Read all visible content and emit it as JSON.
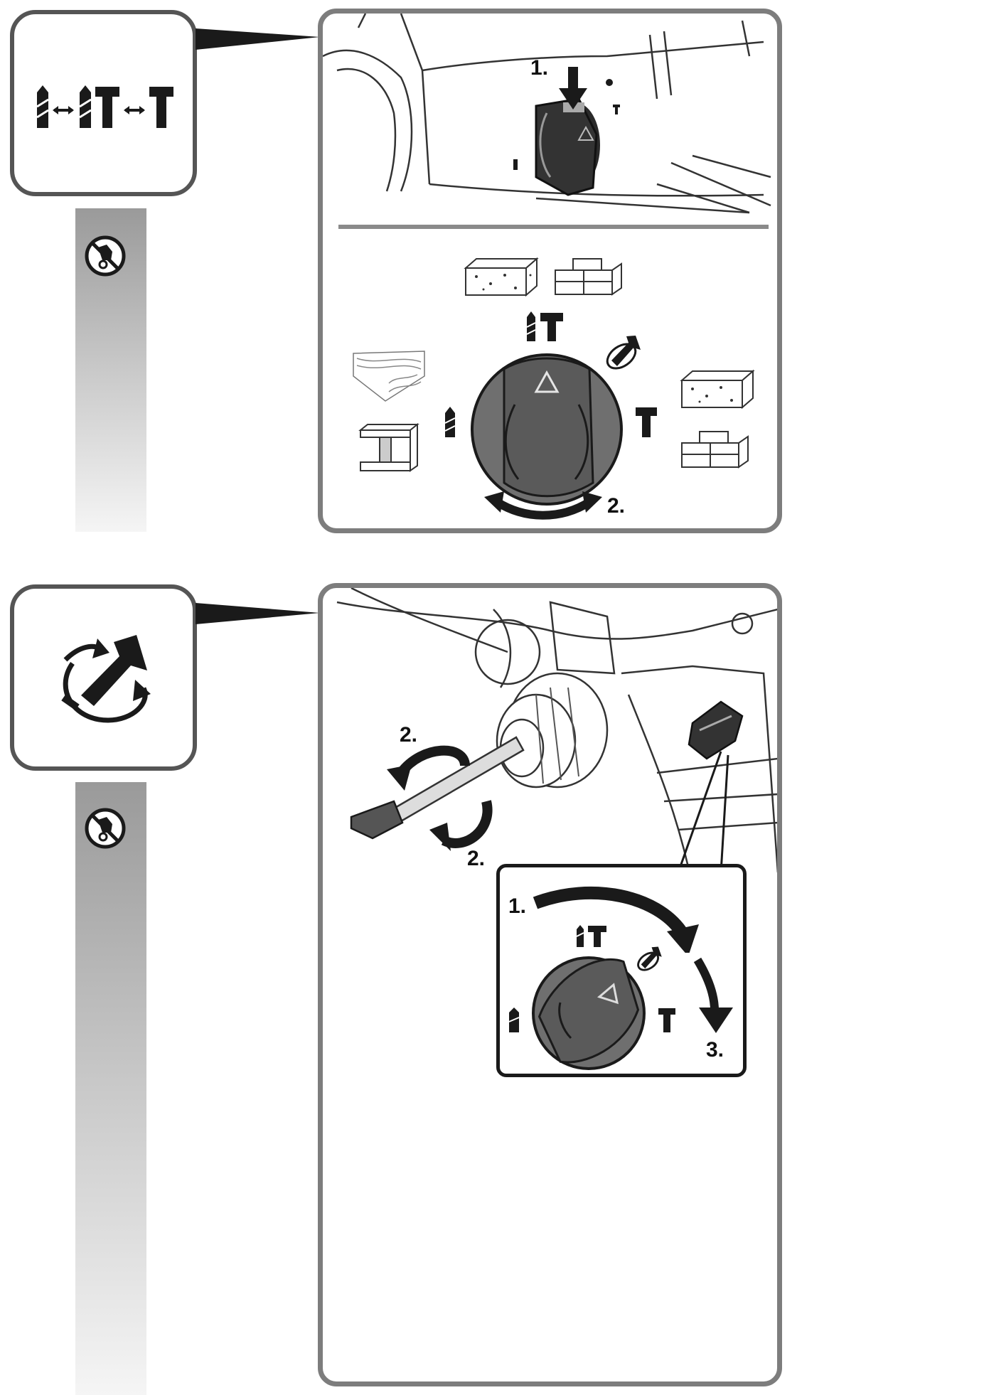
{
  "top_section": {
    "mode_icon": "drill-hammer-switch-icon",
    "steps": {
      "press": "1.",
      "rotate": "2."
    },
    "dial_modes": {
      "top": "hammer-drill-icon",
      "right_top": "chisel-rotate-icon",
      "right": "chisel-icon",
      "left": "drill-icon"
    },
    "materials_top": [
      "concrete-block-icon",
      "brick-wall-icon"
    ],
    "materials_left": [
      "wood-plank-icon",
      "steel-beam-icon"
    ],
    "materials_right": [
      "concrete-block-icon",
      "brick-wall-icon"
    ]
  },
  "bottom_section": {
    "mode_icon": "chisel-position-adjust-icon",
    "steps": {
      "rotate_chisel_a": "2.",
      "rotate_chisel_b": "2.",
      "turn_dial": "1.",
      "lock": "3."
    }
  },
  "warning_icon": "no-hand-contact-icon",
  "colors": {
    "frame": "#555555",
    "panel_border": "#7d7d7d",
    "dial": "#6f6f6f",
    "dark": "#1a1a1a"
  }
}
